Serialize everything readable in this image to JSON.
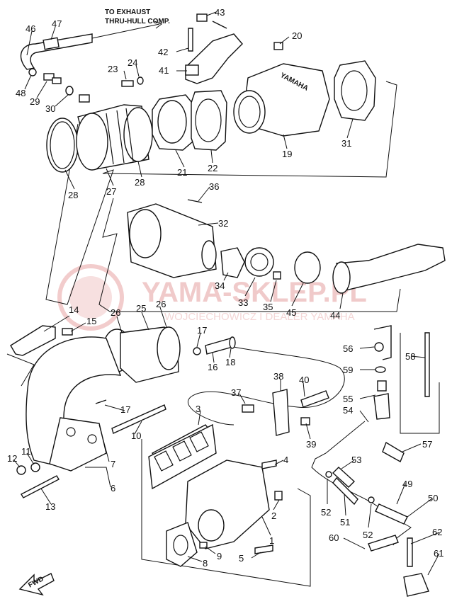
{
  "notes": {
    "exhaust_line1": "TO EXHAUST",
    "exhaust_line2": "THRU-HULL COMP.",
    "brand": "YAMAHA",
    "fwd": "FWD"
  },
  "watermark": {
    "main": "YAMA-SKLEP.PL",
    "sub": "WOJCIECHOWICZ I DEALER YAMAHA"
  },
  "callouts": {
    "n1": "1",
    "n2": "2",
    "n3": "3",
    "n4": "4",
    "n5": "5",
    "n6": "6",
    "n7": "7",
    "n8": "8",
    "n9": "9",
    "n10": "10",
    "n11": "11",
    "n12": "12",
    "n13": "13",
    "n14": "14",
    "n15": "15",
    "n16": "16",
    "n17a": "17",
    "n17b": "17",
    "n18": "18",
    "n19": "19",
    "n20": "20",
    "n21": "21",
    "n22": "22",
    "n23": "23",
    "n24": "24",
    "n25": "25",
    "n26a": "26",
    "n26b": "26",
    "n27": "27",
    "n28a": "28",
    "n28b": "28",
    "n29": "29",
    "n30": "30",
    "n31": "31",
    "n32": "32",
    "n33": "33",
    "n34": "34",
    "n35": "35",
    "n36": "36",
    "n37": "37",
    "n38": "38",
    "n39": "39",
    "n40": "40",
    "n41": "41",
    "n42": "42",
    "n43": "43",
    "n44": "44",
    "n45": "45",
    "n46": "46",
    "n47": "47",
    "n48": "48",
    "n49": "49",
    "n50": "50",
    "n51": "51",
    "n52a": "52",
    "n52b": "52",
    "n53": "53",
    "n54": "54",
    "n55": "55",
    "n56": "56",
    "n57": "57",
    "n58": "58",
    "n59": "59",
    "n60": "60",
    "n61": "61",
    "n62": "62"
  }
}
